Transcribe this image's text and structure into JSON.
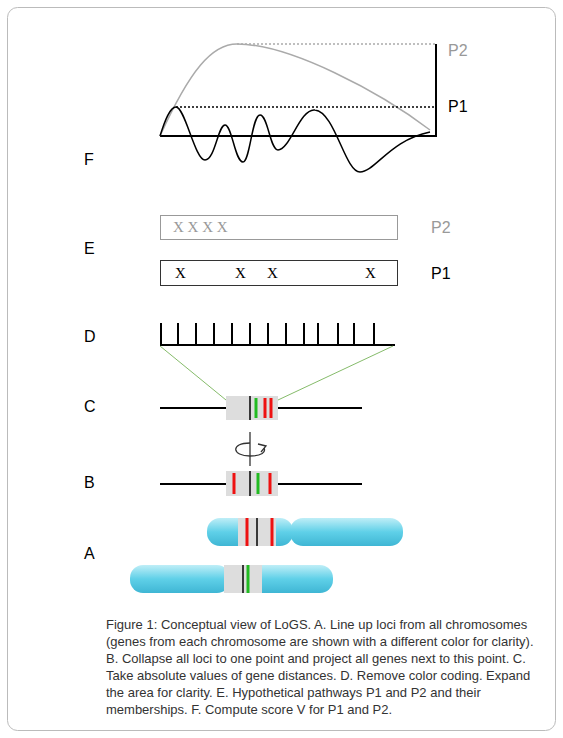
{
  "diagram": {
    "caption": "Figure 1: Conceptual view of LoGS. A. Line up loci from all chromosomes (genes from each chromosome are shown with a different color for clarity). B. Collapse all loci to one point and project all genes next to this point. C. Take absolute values of gene distances. D. Remove color coding. Expand the area for clarity. E. Hypothetical pathways P1 and P2 and their memberships. F. Compute score V for P1 and P2.",
    "nodes": [
      {
        "text": [
          "P2",
          "X X X X"
        ]
      },
      {
        "text": [
          "P1",
          "X",
          "X",
          "X",
          "X"
        ]
      }
    ],
    "labels": [
      "F",
      "P2",
      "P1",
      "E",
      "D",
      "C",
      "B",
      "A"
    ]
  }
}
